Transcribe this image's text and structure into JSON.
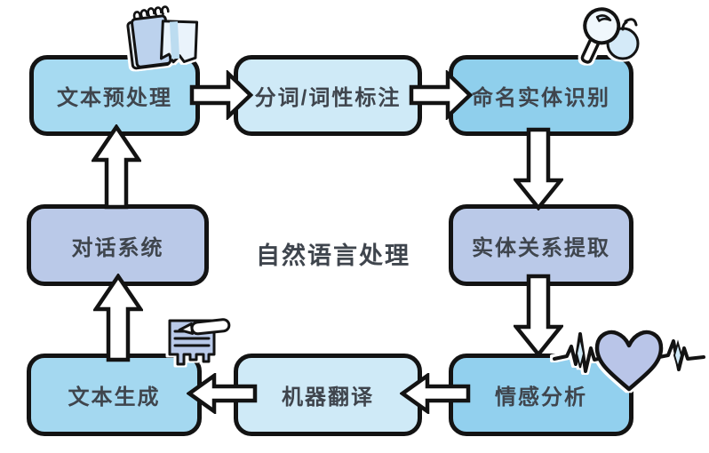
{
  "diagram": {
    "title": "自然语言处理",
    "colors": {
      "outline": "#131313",
      "text": "#3f454d",
      "arrow_fill": "#ffffff",
      "light_blue": "#cfeaf7",
      "medium_blue": "#92d0ee",
      "sky_blue": "#a6daf1",
      "periwinkle": "#bac9e8"
    },
    "nodes": [
      {
        "id": "text-preprocessing",
        "label": "文本预处理",
        "color": "#a6daf1"
      },
      {
        "id": "segmentation-pos-tagging",
        "label": "分词/词性标注",
        "color": "#cfeaf7"
      },
      {
        "id": "named-entity-recognition",
        "label": "命名实体识别",
        "color": "#8fcfec"
      },
      {
        "id": "entity-relation-extraction",
        "label": "实体关系提取",
        "color": "#bac9e8"
      },
      {
        "id": "sentiment-analysis",
        "label": "情感分析",
        "color": "#92d0ee"
      },
      {
        "id": "machine-translation",
        "label": "机器翻译",
        "color": "#cfeaf7"
      },
      {
        "id": "text-generation",
        "label": "文本生成",
        "color": "#a4d8f0"
      },
      {
        "id": "dialogue-system",
        "label": "对话系统",
        "color": "#bac9e8"
      }
    ],
    "edges": [
      {
        "from": "文本预处理",
        "to": "分词/词性标注",
        "direction": "right"
      },
      {
        "from": "分词/词性标注",
        "to": "命名实体识别",
        "direction": "right"
      },
      {
        "from": "命名实体识别",
        "to": "实体关系提取",
        "direction": "down"
      },
      {
        "from": "实体关系提取",
        "to": "情感分析",
        "direction": "down"
      },
      {
        "from": "情感分析",
        "to": "机器翻译",
        "direction": "left"
      },
      {
        "from": "机器翻译",
        "to": "文本生成",
        "direction": "left"
      },
      {
        "from": "文本生成",
        "to": "对话系统",
        "direction": "up"
      },
      {
        "from": "对话系统",
        "to": "文本预处理",
        "direction": "up"
      }
    ],
    "icons": [
      {
        "name": "notebook-icon",
        "near": "文本预处理"
      },
      {
        "name": "magnifier-apple-icon",
        "near": "命名实体识别"
      },
      {
        "name": "heart-pulse-icon",
        "near": "情感分析"
      },
      {
        "name": "document-pen-icon",
        "near": "文本生成"
      }
    ]
  }
}
